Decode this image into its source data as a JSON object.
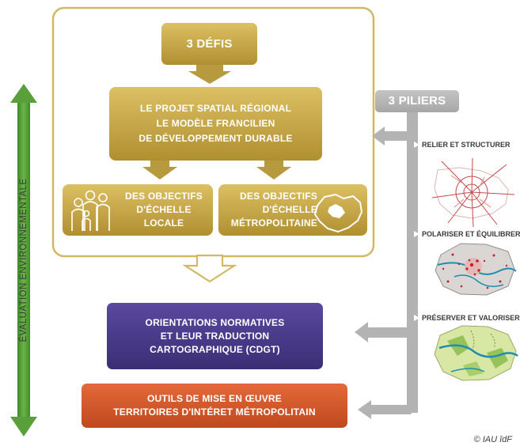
{
  "defis": {
    "label": "3 DÉFIS"
  },
  "projet": {
    "lines": [
      "LE PROJET SPATIAL RÉGIONAL",
      "LE MODÈLE FRANCILIEN",
      "DE DÉVELOPPEMENT DURABLE"
    ]
  },
  "objectifs_locale": {
    "lines": [
      "DES OBJECTIFS",
      "D'ÉCHELLE",
      "LOCALE"
    ]
  },
  "objectifs_metropolitaine": {
    "lines": [
      "DES OBJECTIFS",
      "D'ÉCHELLE",
      "MÉTROPOLITAINE"
    ]
  },
  "orientations": {
    "lines": [
      "ORIENTATIONS NORMATIVES",
      "ET LEUR TRADUCTION",
      "CARTOGRAPHIQUE (CDGT)"
    ]
  },
  "outils": {
    "lines": [
      "OUTILS DE MISE EN ŒUVRE",
      "TERRITOIRES D'INTÉRET MÉTROPOLITAIN"
    ]
  },
  "piliers": {
    "label": "3 PILIERS",
    "items": [
      {
        "label": "RELIER ET STRUCTURER",
        "icon": "road-network-map-icon"
      },
      {
        "label": "POLARISER ET ÉQUILIBRER",
        "icon": "poles-map-icon"
      },
      {
        "label": "PRÉSERVER ET VALORISER",
        "icon": "green-spaces-map-icon"
      }
    ]
  },
  "evaluation": {
    "label": "ÉVALUATION ENVIRONNEMENTALE"
  },
  "credit": {
    "label": "© IAU îdF"
  },
  "colors": {
    "gold_dark": "#b08f2e",
    "gold_light": "#d9bd5c",
    "gold_border": "#d2b864",
    "purple": "#4f3f8e",
    "orange": "#d4572a",
    "gray": "#b5b5b5",
    "green": "#5aa03a"
  }
}
